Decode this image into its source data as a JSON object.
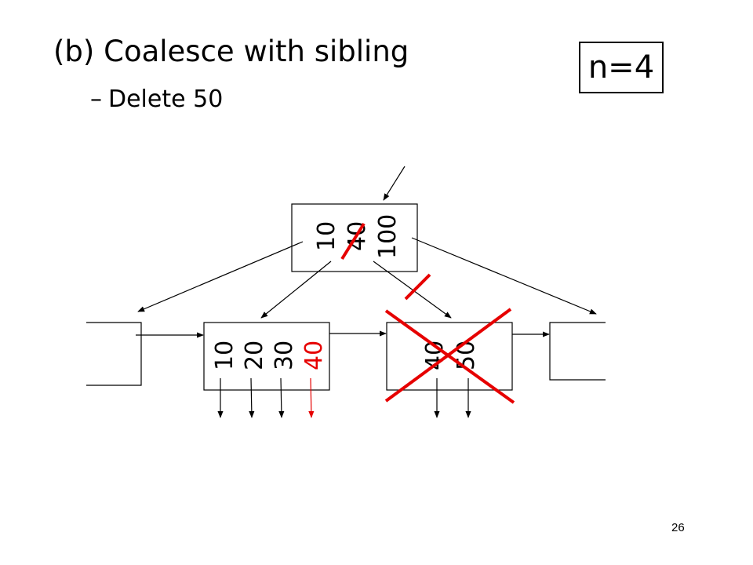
{
  "slide": {
    "title": "(b) Coalesce with sibling",
    "subtitle_dash": "–",
    "subtitle": "Delete 50",
    "order_label": "n=4",
    "page_number": "26"
  },
  "diagram": {
    "root": {
      "keys": [
        "10",
        "40",
        "100"
      ],
      "deleted_keys": [
        "40"
      ]
    },
    "left_leaf": {
      "keys": [
        "10",
        "20",
        "30",
        "40"
      ],
      "moved_key": "40"
    },
    "right_leaf": {
      "keys": [
        "40",
        "50"
      ],
      "removed": true
    },
    "colors": {
      "ink": "#000000",
      "delete_mark": "#e60000"
    }
  }
}
